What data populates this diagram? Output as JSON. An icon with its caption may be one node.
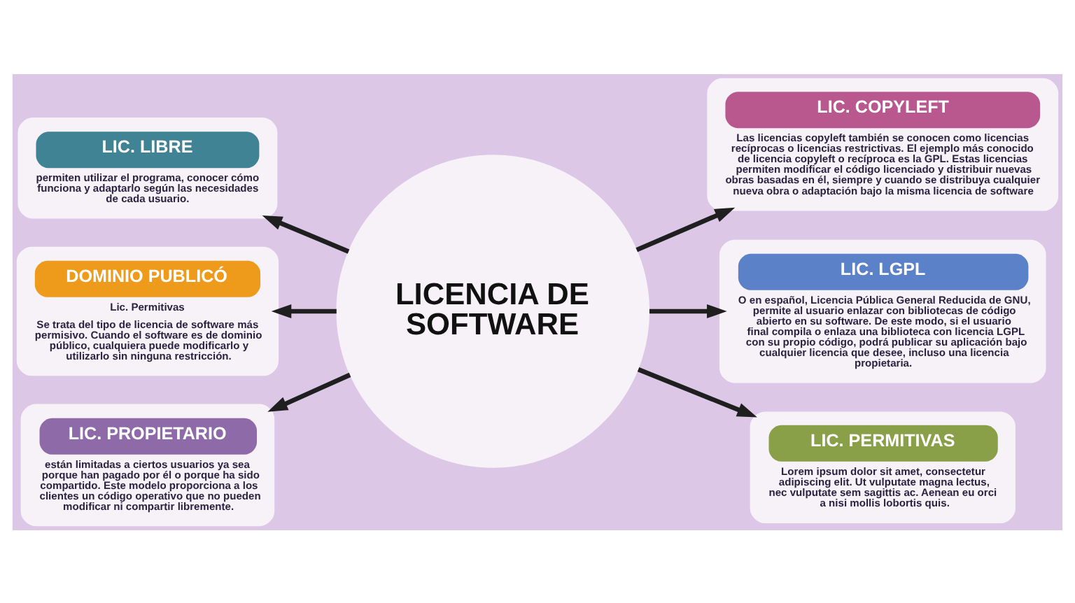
{
  "diagram": {
    "nodes": [
      {
        "text": [
          "LICENCIA DE SOFTWARE"
        ]
      },
      {
        "text": [
          "LIC. LIBRE",
          "permiten utilizar el programa, conocer cómo funciona y adaptarlo según las necesidades de cada usuario."
        ]
      },
      {
        "text": [
          "LIC. COPYLEFT",
          "Las licencias copyleft también se conocen como licencias recíprocas o licencias restrictivas. El ejemplo más conocido de licencia copyleft o recíproca es la GPL. Estas licencias permiten modificar el código licenciado y distribuir nuevas obras basadas en él, siempre y cuando se distribuya cualquier nueva obra o adaptación bajo la misma licencia de software"
        ]
      },
      {
        "text": [
          "DOMINIO PUBLICÓ",
          "Lic. Permitivas",
          "Se trata del tipo de licencia de software más permisivo. Cuando el software es de dominio público, cualquiera puede modificarlo y utilizarlo sin ninguna restricción."
        ]
      },
      {
        "text": [
          "LIC. LGPL",
          "O en español, Licencia Pública General Reducida de GNU, permite al usuario enlazar con bibliotecas de código abierto en su software. De este modo, si el usuario final compila o enlaza una biblioteca con licencia LGPL con su propio código, podrá publicar su aplicación bajo cualquier licencia que desee, incluso una licencia propietaria."
        ]
      },
      {
        "text": [
          "LIC. PROPIETARIO",
          "están limitadas a ciertos usuarios ya sea porque han pagado por él o porque ha sido compartido. Este modelo proporciona a los clientes un código operativo que no pueden modificar ni compartir libremente."
        ]
      },
      {
        "text": [
          "LIC. PERMITIVAS",
          "Lorem ipsum dolor sit amet, consectetur adipiscing elit. Ut vulputate magna lectus, nec vulputate sem sagittis ac. Aenean eu orci a nisi mollis lobortis quis."
        ]
      }
    ],
    "edges": [
      {
        "from": 0,
        "to": 1,
        "arrow": "to"
      },
      {
        "from": 0,
        "to": 2,
        "arrow": "to"
      },
      {
        "from": 0,
        "to": 3,
        "arrow": "to"
      },
      {
        "from": 0,
        "to": 4,
        "arrow": "to"
      },
      {
        "from": 0,
        "to": 5,
        "arrow": "to"
      },
      {
        "from": 0,
        "to": 6,
        "arrow": "to"
      }
    ]
  }
}
